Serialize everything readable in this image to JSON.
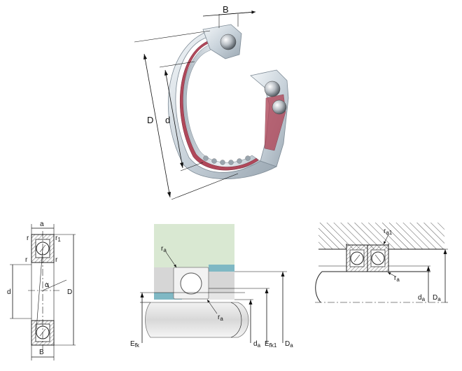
{
  "colors": {
    "steel_light": "#e8edf1",
    "steel_mid": "#c7d1d9",
    "steel_dark": "#8e9aa5",
    "cage_red": "#b0485a",
    "green_zone": "#d9e8d2",
    "teal_zone": "#7fb8c4",
    "grey_zone": "#d6d6d6",
    "hatch": "#555555"
  },
  "top_figure": {
    "label_B": "B",
    "label_D": "D",
    "label_d": "d"
  },
  "left_figure": {
    "label_a": "a",
    "label_r_top": "r",
    "label_r1_base": "r",
    "label_r1_sub": "1",
    "label_r_left": "r",
    "label_r_right": "r",
    "label_alpha": "α",
    "label_d": "d",
    "label_D": "D",
    "label_B": "B"
  },
  "middle_figure": {
    "label_ra_top_base": "r",
    "label_ra_top_sub": "a",
    "label_ra_bottom_base": "r",
    "label_ra_bottom_sub": "a",
    "label_Efk_base": "E",
    "label_Efk_sub": "fk",
    "label_da_base": "d",
    "label_da_sub": "a",
    "label_Efk1_base": "E",
    "label_Efk1_sub": "fk1",
    "label_Da_base": "D",
    "label_Da_sub": "a"
  },
  "right_figure": {
    "label_ra1_base": "r",
    "label_ra1_sub": "a1",
    "label_ra_base": "r",
    "label_ra_sub": "a",
    "label_da_base": "d",
    "label_da_sub": "a",
    "label_Da_base": "D",
    "label_Da_sub": "a"
  }
}
